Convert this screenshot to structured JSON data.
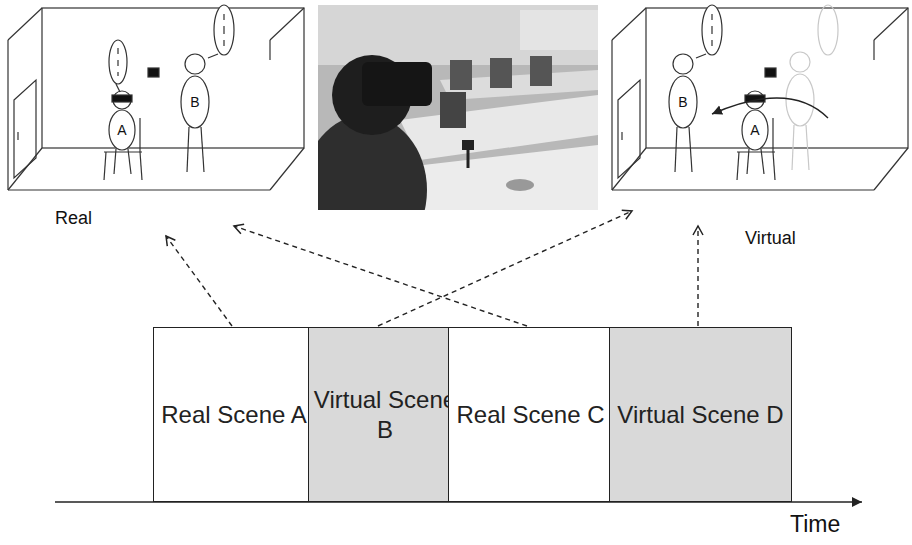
{
  "diagram": {
    "nodes": [
      {
        "text": [
          "Real Scene A"
        ]
      },
      {
        "text": [
          "Virtual Scene B"
        ]
      },
      {
        "text": [
          "Real Scene C"
        ]
      },
      {
        "text": [
          "Virtual Scene D"
        ]
      }
    ],
    "labels": [
      "Real",
      "A",
      "B",
      "Virtual",
      "B",
      "A",
      "Time"
    ]
  }
}
